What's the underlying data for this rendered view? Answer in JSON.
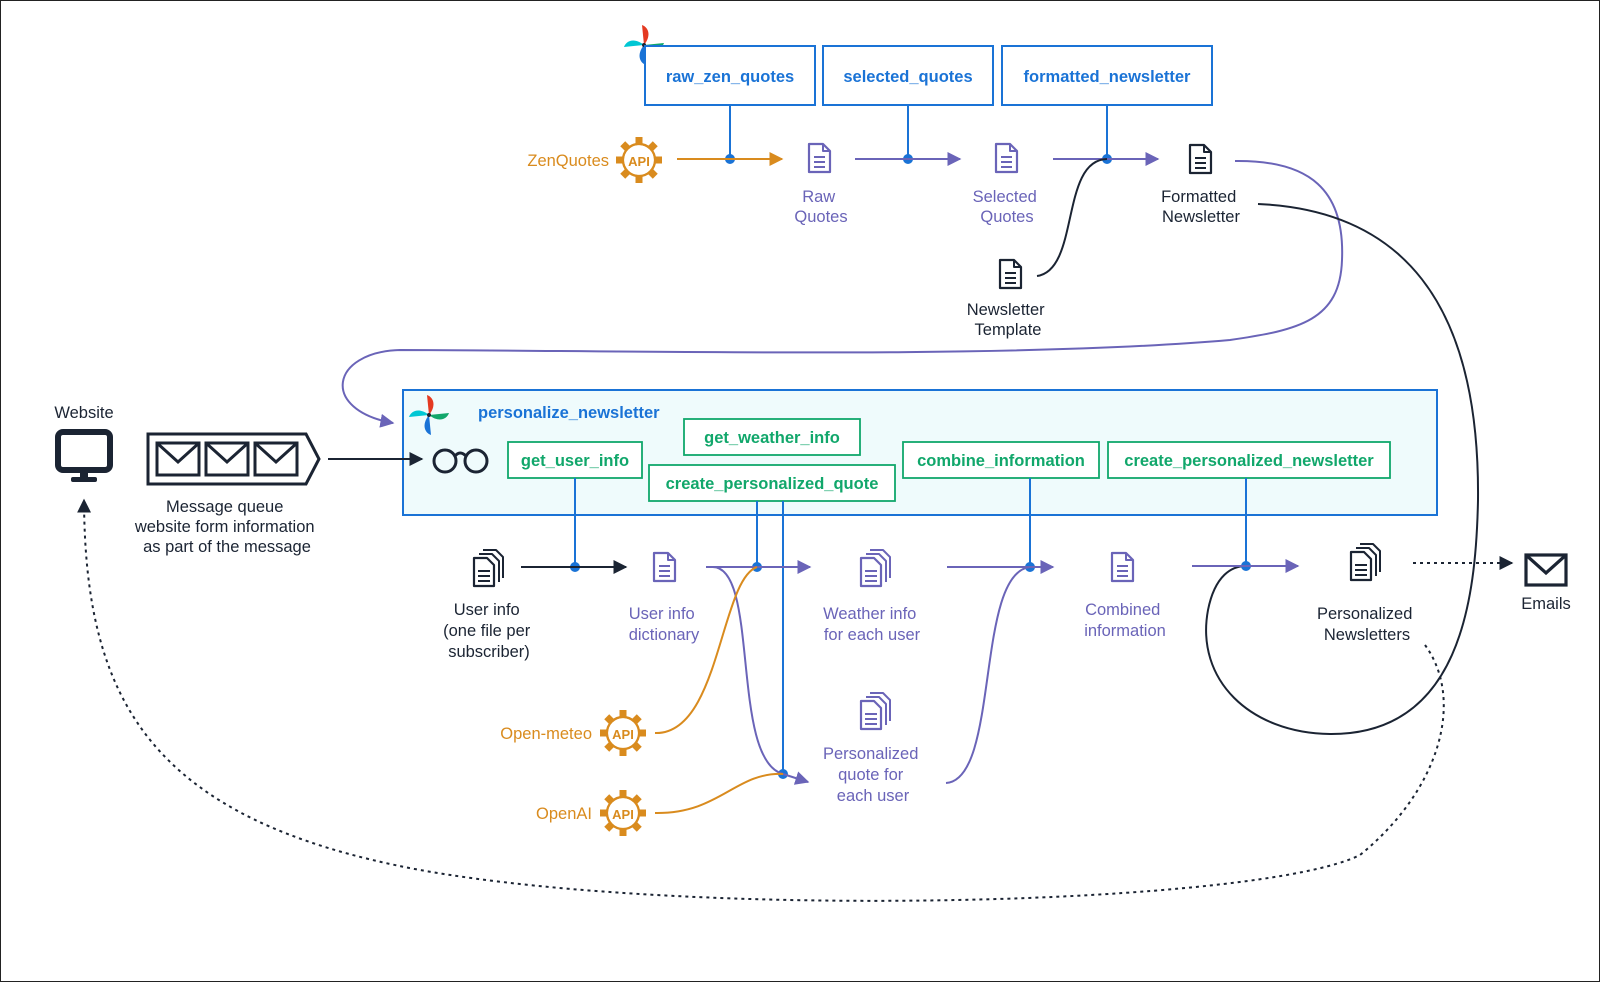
{
  "colors": {
    "airflow_blue": "#1a73d6",
    "task_green": "#11a76b",
    "api_orange": "#d98b1e",
    "flow_purple": "#6a64b8",
    "dark": "#1b2433",
    "dag_fill": "#effbfc"
  },
  "dag_top": {
    "tasks": [
      {
        "label": "raw_zen_quotes"
      },
      {
        "label": "selected_quotes"
      },
      {
        "label": "formatted_newsletter"
      }
    ]
  },
  "dag_bottom": {
    "title": "personalize_newsletter",
    "tasks": [
      {
        "label": "get_user_info"
      },
      {
        "label": "get_weather_info"
      },
      {
        "label": "create_personalized_quote"
      },
      {
        "label": "combine_information"
      },
      {
        "label": "create_personalized_newsletter"
      }
    ]
  },
  "apis": [
    {
      "name": "ZenQuotes",
      "badge": "API",
      "icon": "api-gear-icon"
    },
    {
      "name": "Open-meteo",
      "badge": "API",
      "icon": "api-gear-icon"
    },
    {
      "name": "OpenAI",
      "badge": "API",
      "icon": "api-gear-icon"
    }
  ],
  "datasets": {
    "raw_quotes": [
      "Raw",
      "Quotes"
    ],
    "selected_quotes": [
      "Selected",
      "Quotes"
    ],
    "formatted_newsletter": [
      "Formatted",
      "Newsletter"
    ],
    "newsletter_template": [
      "Newsletter",
      "Template"
    ],
    "user_info": [
      "User info",
      "(one file per",
      "subscriber)"
    ],
    "user_info_dict": [
      "User info",
      "dictionary"
    ],
    "weather_info": [
      "Weather info",
      "for each user"
    ],
    "personalized_quote": [
      "Personalized",
      "quote for",
      "each user"
    ],
    "combined_info": [
      "Combined",
      "information"
    ],
    "personalized_newsletters": [
      "Personalized",
      "Newsletters"
    ]
  },
  "external": {
    "website": "Website",
    "message_queue": [
      "Message queue",
      "website form information",
      "as part of the message"
    ],
    "emails": "Emails"
  }
}
